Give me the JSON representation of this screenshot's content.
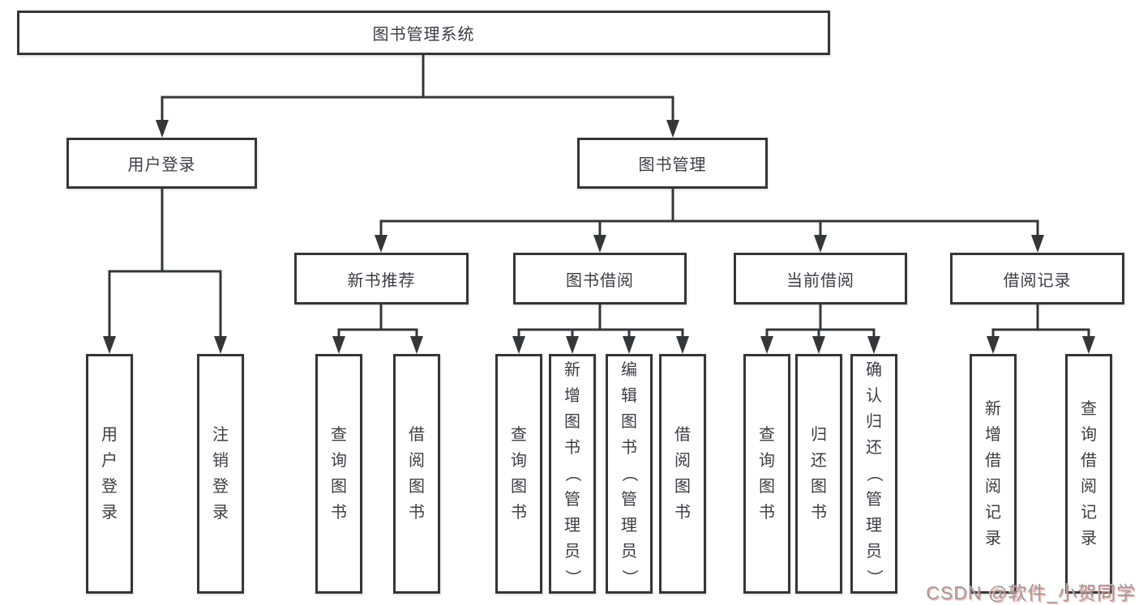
{
  "colors": {
    "line": "#33373a",
    "text": "#3a3e44",
    "box_background": "#ffffff",
    "watermark_gray": "#9898a0",
    "watermark_red": "#eb5a3c"
  },
  "diagram": {
    "root": {
      "label": "图书管理系统"
    },
    "branches": [
      {
        "label": "用户登录",
        "children": [
          "用户登录",
          "注销登录"
        ]
      },
      {
        "label": "图书管理",
        "children": [
          {
            "label": "新书推荐",
            "children": [
              "查询图书",
              "借阅图书"
            ]
          },
          {
            "label": "图书借阅",
            "children": [
              "查询图书",
              "新增图书（管理员）",
              "编辑图书（管理员）",
              "借阅图书"
            ]
          },
          {
            "label": "当前借阅",
            "children": [
              "查询图书",
              "归还图书",
              "确认归还（管理员）"
            ]
          },
          {
            "label": "借阅记录",
            "children": [
              "新增借阅记录",
              "查询借阅记录"
            ]
          }
        ]
      }
    ]
  },
  "watermark": {
    "text": "CSDN @软件_小贺同学"
  }
}
